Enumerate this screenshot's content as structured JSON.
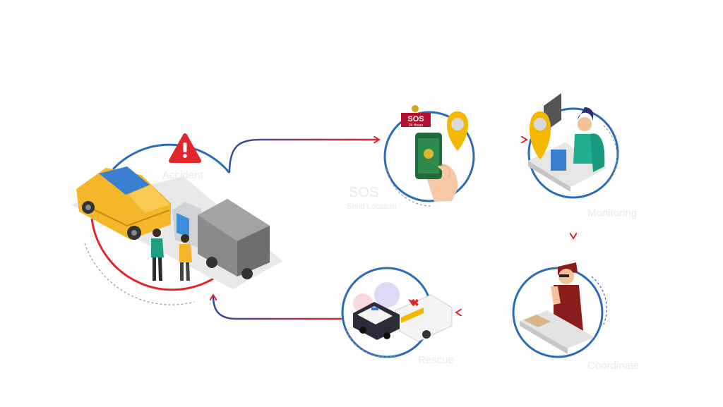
{
  "labels": {
    "accident": "Accident",
    "sos_title": "SOS",
    "sos_subtitle": "Send Location",
    "monitoring": "Monitoring",
    "coordinate": "Coordinate",
    "rescue": "Rescue",
    "sos_badge": "SOS",
    "sos_badge_sub": "24 Hours"
  },
  "colors": {
    "ring": "#2a6db5",
    "arrow_red": "#e3262b",
    "arrow_blue": "#2a4d9c",
    "taxi": "#f5b72a",
    "truck": "#8a8a8a",
    "pin": "#f5b800",
    "label": "#e9e9e9"
  },
  "icons": [
    "warning-icon",
    "taxi-icon",
    "truck-icon",
    "phone-icon",
    "location-pin-icon",
    "operator-icon",
    "security-guard-icon",
    "ambulance-icon",
    "police-car-icon"
  ]
}
